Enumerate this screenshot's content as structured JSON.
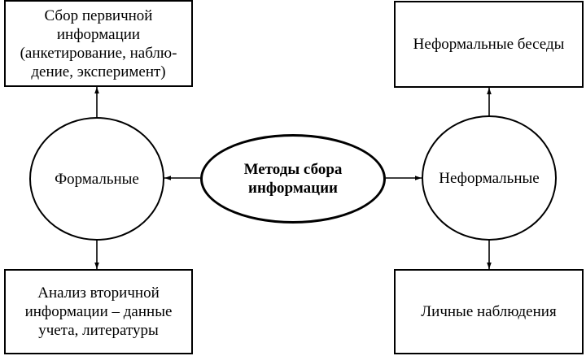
{
  "center": {
    "label": "Методы сбора\nинформации"
  },
  "formal": {
    "label": "Формальные"
  },
  "informal": {
    "label": "Неформальные"
  },
  "top_left": {
    "label": "Сбор первичной\nинформации\n(анкетирование, наблю-\nдение, эксперимент)"
  },
  "bottom_left": {
    "label": "Анализ вторичной\nинформации – данные\nучета, литературы"
  },
  "top_right": {
    "label": "Неформальные беседы"
  },
  "bottom_right": {
    "label": "Личные наблюдения"
  }
}
